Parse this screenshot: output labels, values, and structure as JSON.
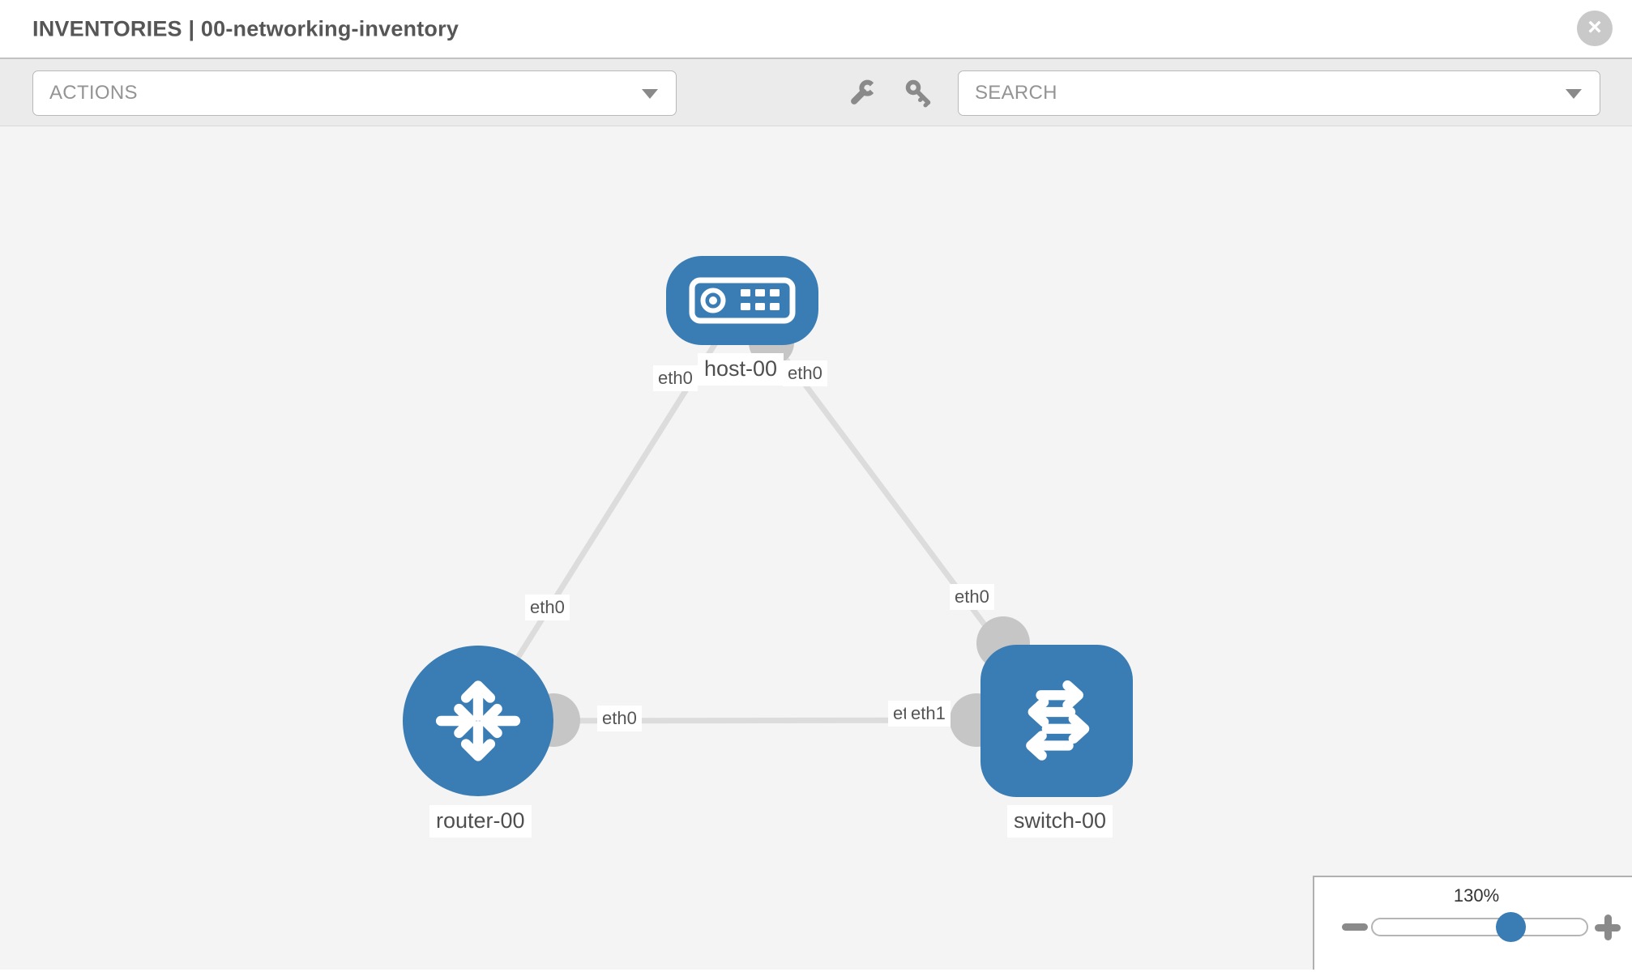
{
  "header": {
    "title": "INVENTORIES | 00-networking-inventory",
    "close_glyph": "×"
  },
  "toolbar": {
    "actions_label": "ACTIONS",
    "search_label": "SEARCH"
  },
  "icons": {
    "close": "close-icon",
    "actions_caret": "chevron-down-icon",
    "search_caret": "chevron-down-icon",
    "wrench": "wrench-icon",
    "key": "key-icon",
    "zoom_out": "minus-icon",
    "zoom_in": "plus-icon"
  },
  "topology": {
    "nodes": [
      {
        "label": "host-00",
        "type": "host"
      },
      {
        "label": "router-00",
        "type": "router"
      },
      {
        "label": "switch-00",
        "type": "switch"
      }
    ],
    "links": [
      {
        "from": "host-00",
        "to": "router-00"
      },
      {
        "from": "host-00",
        "to": "switch-00"
      },
      {
        "from": "router-00",
        "to": "switch-00"
      }
    ],
    "interface_labels": {
      "host_left": "eth0",
      "host_right": "eth0",
      "router_top": "eth0",
      "router_right": "eth0",
      "switch_top": "eth0",
      "switch_left_hidden": "eth0",
      "switch_left": "eth1"
    }
  },
  "zoom_control": {
    "level": "130%"
  },
  "colors": {
    "node_blue": "#3a7cb4",
    "link_gray": "#dcdcdc",
    "connector_gray": "#c6c6c6",
    "toolbar_bg": "#ebebeb",
    "canvas_bg": "#f4f4f4"
  }
}
